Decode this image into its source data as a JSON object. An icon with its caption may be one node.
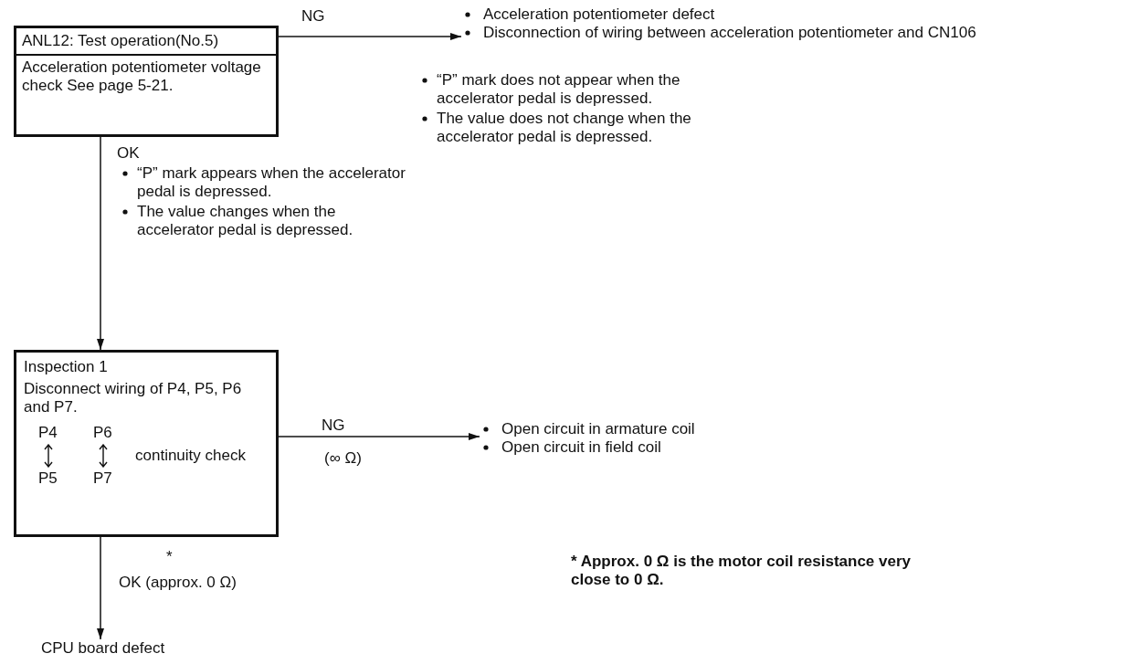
{
  "diagram": {
    "nodes": [
      {
        "text": [
          "ANL12: Test operation(No.5)",
          "Acceleration potentiometer voltage check See page 5-21."
        ]
      },
      {
        "text": [
          "Acceleration potentiometer defect",
          "Disconnection of wiring between acceleration potentiometer and CN106"
        ]
      },
      {
        "text": [
          "Inspection 1",
          "Disconnect wiring of P4, P5, P6 and P7.",
          "P4",
          "P6",
          "P5",
          "P7",
          "continuity check"
        ]
      },
      {
        "text": [
          "Open circuit in armature coil",
          "Open circuit in field coil"
        ]
      },
      {
        "text": [
          "CPU board defect"
        ]
      }
    ],
    "edges": [
      {
        "from": 0,
        "to": 1,
        "arrow": "to",
        "label": "NG"
      },
      {
        "from": 0,
        "to": 2,
        "arrow": "to",
        "label": "OK"
      },
      {
        "from": 2,
        "to": 3,
        "arrow": "to",
        "label": "NG"
      },
      {
        "from": 2,
        "to": 4,
        "arrow": "to",
        "label": "OK (approx. 0 Ω)"
      }
    ],
    "labels": [
      "“P” mark does not appear when the accelerator pedal is depressed.",
      "The value does not change when the accelerator pedal is depressed.",
      "“P” mark appears when the accelerator pedal is depressed.",
      "The value changes when the accelerator pedal is depressed.",
      "(∞ Ω)",
      "*",
      "* Approx. 0 Ω is the motor coil resistance very close to 0 Ω."
    ]
  }
}
